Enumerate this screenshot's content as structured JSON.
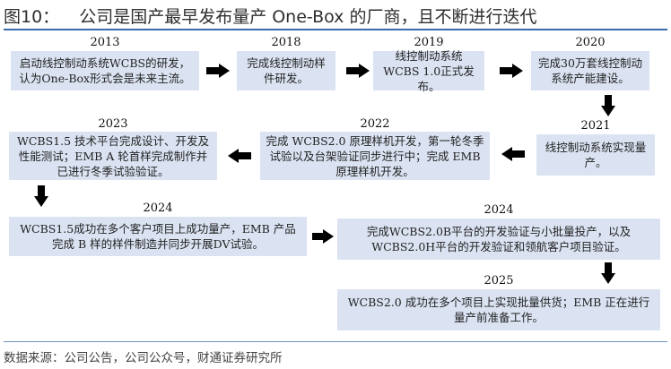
{
  "header": {
    "figure_label": "图10：",
    "title": "公司是国产最早发布量产 One-Box 的厂商，且不断进行迭代"
  },
  "footer": {
    "source": "数据来源：公司公告，公司公众号，财通证券研究所"
  },
  "timeline": [
    {
      "year": "2013",
      "text": "启动线控制动系统WCBS的研发，认为One-Box形式会是未来主流。"
    },
    {
      "year": "2018",
      "text": "完成线控制动样件研发。"
    },
    {
      "year": "2019",
      "text": "线控制动系统WCBS 1.0正式发布。"
    },
    {
      "year": "2020",
      "text": "完成30万套线控制动系统产能建设。"
    },
    {
      "year": "2021",
      "text": "线控制动系统实现量产。"
    },
    {
      "year": "2022",
      "text": "完成 WCBS2.0 原理样机开发，第一轮冬季试验以及台架验证同步进行中；完成 EMB 原理样机开发。"
    },
    {
      "year": "2023",
      "text": "WCBS1.5 技术平台完成设计、开发及性能测试；EMB A 轮首样完成制作并已进行冬季试验验证。"
    },
    {
      "year": "2024",
      "text": "WCBS1.5成功在多个客户项目上成功量产，EMB 产品完成 B 样的样件制造并同步开展DV试验。"
    },
    {
      "year": "2024",
      "text": "完成WCBS2.0B平台的开发验证与小批量投产，以及WCBS2.0H平台的开发验证和领航客户项目验证。"
    },
    {
      "year": "2025",
      "text": "WCBS2.0 成功在多个项目上实现批量供货；EMB 正在进行量产前准备工作。"
    }
  ],
  "colors": {
    "box_fill": "#dbe3f2",
    "rule": "#3c6aa9",
    "arrow": "#000000"
  }
}
